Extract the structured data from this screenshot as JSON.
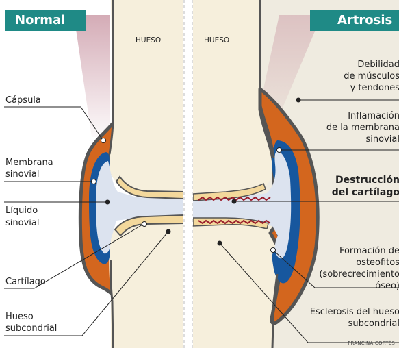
{
  "headers": {
    "left": "Normal",
    "right": "Artrosis"
  },
  "bone_labels": {
    "left": "HUESO",
    "right": "HUESO"
  },
  "left_labels": {
    "capsula": "Cápsula",
    "membrana_1": "Membrana",
    "membrana_2": "sinovial",
    "liquido_1": "Líquido",
    "liquido_2": "sinovial",
    "cartilago": "Cartílago",
    "hueso_1": "Hueso",
    "hueso_2": "subcondrial"
  },
  "right_labels": {
    "debilidad_1": "Debilidad",
    "debilidad_2": "de músculos",
    "debilidad_3": "y tendones",
    "inflamacion_1": "Inflamación",
    "inflamacion_2": "de la membrana",
    "inflamacion_3": "sinovial",
    "destruccion_1": "Destrucción",
    "destruccion_2": "del cartílago",
    "formacion_1": "Formación de",
    "formacion_2": "osteofitos",
    "formacion_3": "(sobrecrecimiento",
    "formacion_4": "óseo)",
    "esclerosis_1": "Esclerosis del hueso",
    "esclerosis_2": "subcondrial"
  },
  "credit": "FRANCINA CORTÉS",
  "colors": {
    "accent": "#1f8a86",
    "bone": "#f6efdc",
    "capsule": "#d3661e",
    "membrane": "#17579e",
    "fluid": "#dce3ef",
    "cartilage": "#f3d89c",
    "outline": "#555555",
    "muscle": "#c6909e"
  }
}
